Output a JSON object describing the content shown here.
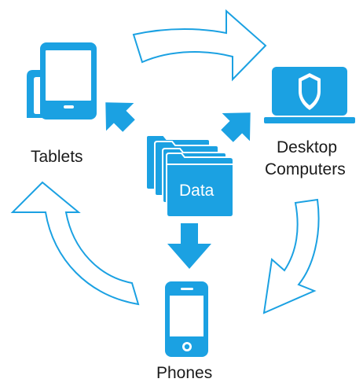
{
  "diagram": {
    "center_label": "Data",
    "nodes": {
      "tablets": "Tablets",
      "desktop_line1": "Desktop",
      "desktop_line2": "Computers",
      "phones": "Phones"
    }
  },
  "icons": {
    "data": "folder-stack-icon",
    "tablets": "tablet-icon",
    "desktop": "laptop-shield-icon",
    "phones": "smartphone-icon"
  },
  "colors": {
    "accent": "#1ba1e2",
    "cycle_outline": "#1ba1e2",
    "text": "#1a1a1a"
  }
}
